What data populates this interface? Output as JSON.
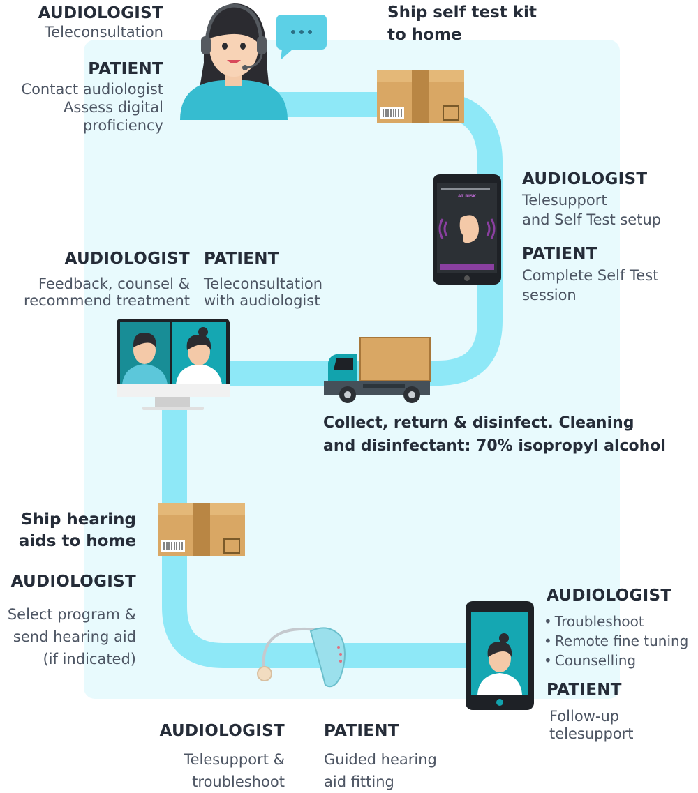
{
  "colors": {
    "path": "#8ee8f7",
    "panel": "#e8fafd",
    "teal": "#12a3ad",
    "box": "#d9a764",
    "tape": "#b98644"
  },
  "step1": {
    "audiologist_head": "AUDIOLOGIST",
    "audiologist_text": "Teleconsultation",
    "patient_head": "PATIENT",
    "patient_lines": [
      "Contact audiologist",
      "Assess digital",
      "proficiency"
    ]
  },
  "step2": {
    "lines": [
      "Ship self test kit",
      "to home"
    ]
  },
  "step3": {
    "audiologist_head": "AUDIOLOGIST",
    "audiologist_lines": [
      "Telesupport",
      "and Self Test setup"
    ],
    "patient_head": "PATIENT",
    "patient_lines": [
      "Complete Self Test",
      "session"
    ]
  },
  "phone_screen": {
    "status": "AT RISK"
  },
  "step4": {
    "audiologist_head": "AUDIOLOGIST",
    "audiologist_lines": [
      "Feedback, counsel &",
      "recommend treatment"
    ],
    "patient_head": "PATIENT",
    "patient_lines": [
      "Teleconsultation",
      "with audiologist"
    ]
  },
  "step5": {
    "lines": [
      "Collect, return & disinfect. Cleaning",
      "and disinfectant: 70% isopropyl alcohol"
    ]
  },
  "step6": {
    "ship_lines": [
      "Ship hearing",
      "aids to home"
    ],
    "audiologist_head": "AUDIOLOGIST",
    "audiologist_lines": [
      "Select program &",
      "send hearing aid",
      "(if indicated)"
    ]
  },
  "step7": {
    "audiologist_head": "AUDIOLOGIST",
    "audiologist_lines": [
      "Telesupport &",
      "troubleshoot"
    ],
    "patient_head": "PATIENT",
    "patient_lines": [
      "Guided hearing",
      "aid fitting"
    ]
  },
  "step8": {
    "audiologist_head": "AUDIOLOGIST",
    "audiologist_bullets": [
      "Troubleshoot",
      "Remote fine tuning",
      "Counselling"
    ],
    "patient_head": "PATIENT",
    "patient_lines": [
      "Follow-up",
      "telesupport"
    ]
  }
}
